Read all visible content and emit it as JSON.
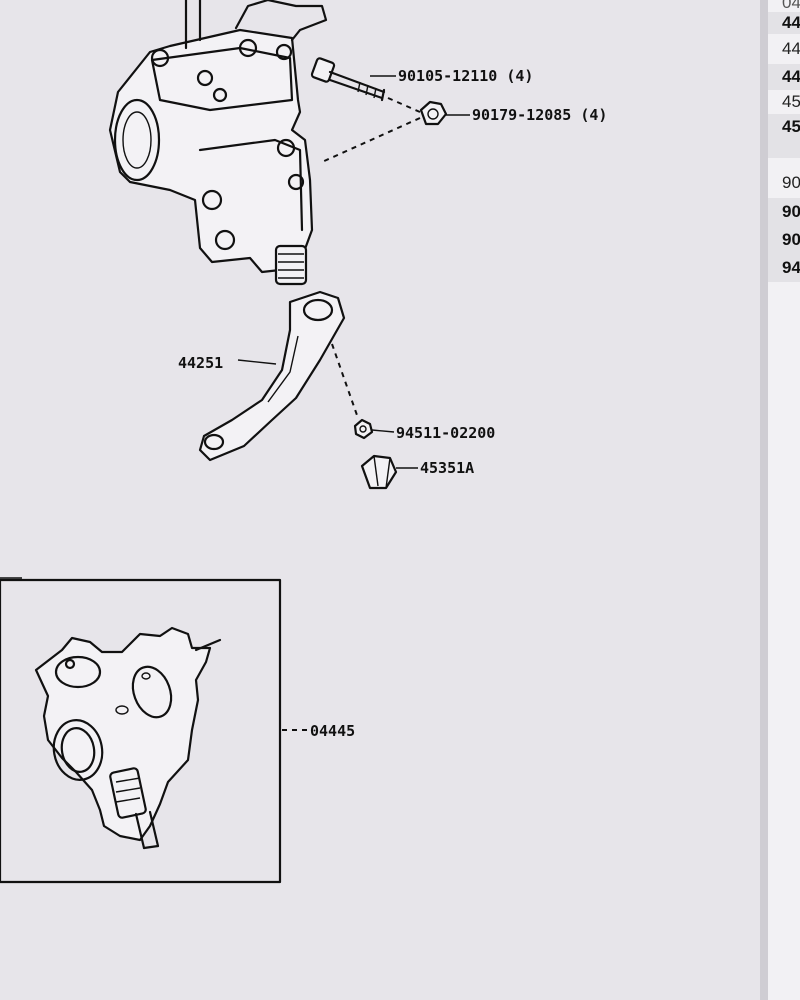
{
  "diagram": {
    "callouts": {
      "bolt": "90105-12110 (4)",
      "nut": "90179-12085 (4)",
      "pitman_arm": "44251",
      "washer": "94511-02200",
      "arm_nut": "45351A",
      "housing": "04445"
    }
  },
  "side_list": [
    {
      "text": "04",
      "bold": false
    },
    {
      "text": "44",
      "bold": true
    },
    {
      "text": "44",
      "bold": false
    },
    {
      "text": "44",
      "bold": true
    },
    {
      "text": "45",
      "bold": false
    },
    {
      "text": "45",
      "bold": true
    },
    {
      "text": "90",
      "bold": false
    },
    {
      "text": "90",
      "bold": true
    },
    {
      "text": "90",
      "bold": true
    },
    {
      "text": "94",
      "bold": true
    }
  ]
}
